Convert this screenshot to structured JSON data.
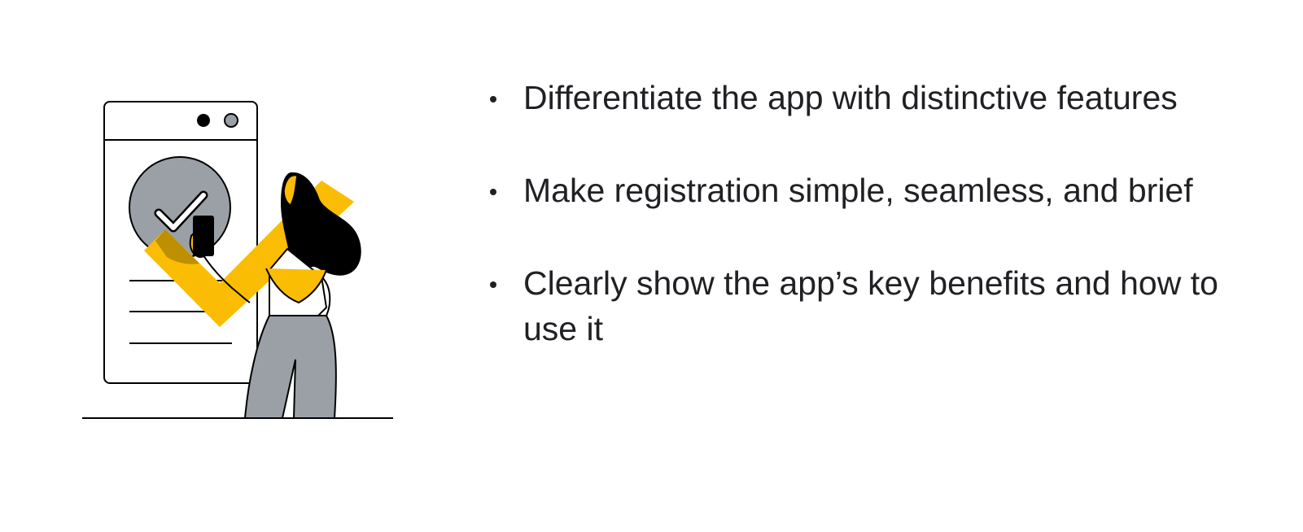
{
  "illustration": {
    "icons": [
      "phone-screen-icon",
      "checkmark-badge-icon",
      "person-with-phone-icon"
    ],
    "colors": {
      "accent_yellow": "#FBBC04",
      "badge_gray": "#9AA0A6",
      "stroke": "#000000"
    }
  },
  "bullets": [
    {
      "text": "Differentiate the app with distinctive features"
    },
    {
      "text": "Make registration simple, seamless, and brief"
    },
    {
      "text": "Clearly show the app’s key benefits and how to use it"
    }
  ]
}
